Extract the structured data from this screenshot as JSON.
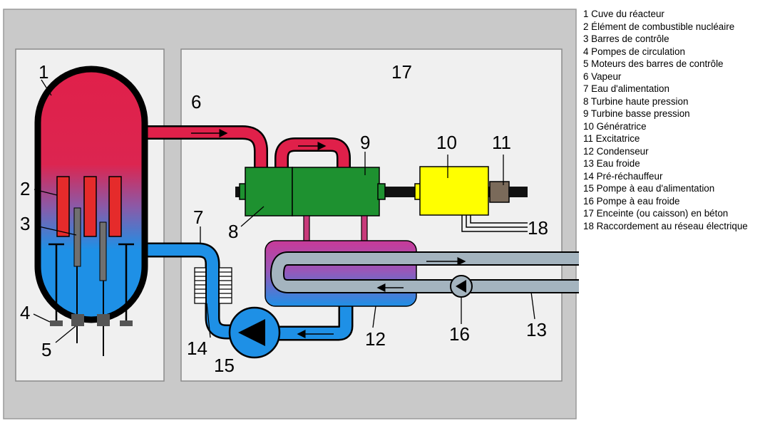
{
  "diagram": {
    "callouts": [
      "1",
      "2",
      "3",
      "4",
      "5",
      "6",
      "7",
      "8",
      "9",
      "10",
      "11",
      "12",
      "13",
      "14",
      "15",
      "16",
      "17",
      "18"
    ]
  },
  "legend": {
    "items": [
      "1 Cuve du réacteur",
      "2 Élément de combustible nucléaire",
      "3 Barres de contrôle",
      "4 Pompes de circulation",
      "5 Moteurs des barres de contrôle",
      "6 Vapeur",
      "7 Eau d'alimentation",
      "8 Turbine haute pression",
      "9 Turbine basse pression",
      "10 Génératrice",
      "11 Excitatrice",
      "12 Condenseur",
      "13 Eau froide",
      "14 Pré-réchauffeur",
      "15 Pompe à eau d'alimentation",
      "16 Pompe à eau froide",
      "17 Enceinte (ou caisson) en béton",
      "18 Raccordement au réseau électrique"
    ]
  },
  "colors": {
    "containment": "#c9c9c9",
    "steam": "#e0204a",
    "water": "#1e90e6",
    "cold_water": "#a4b4bf",
    "turbine": "#1e9130",
    "generator": "#ffff00",
    "exciter": "#7a6a5a",
    "lake": "#7cc8f4"
  }
}
